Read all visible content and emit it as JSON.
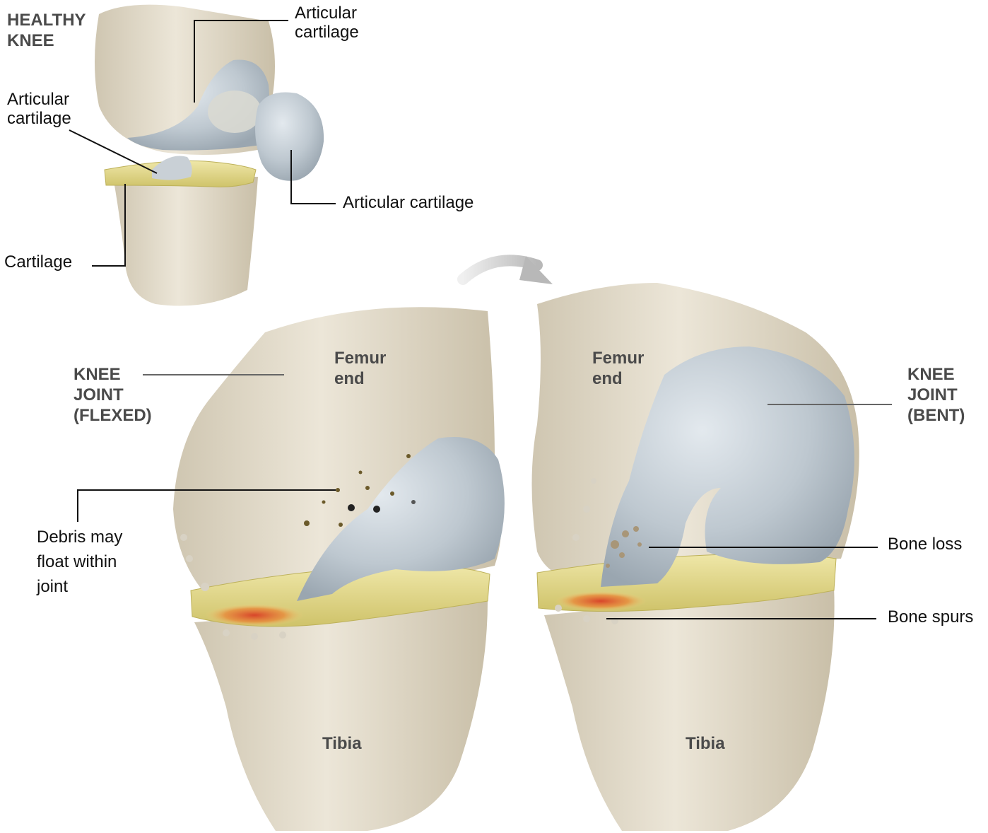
{
  "healthy_title": "HEALTHY\nKNEE",
  "labels": {
    "articular_top": "Articular\ncartilage",
    "articular_left": "Articular\ncartilage",
    "articular_right": "Articular cartilage",
    "cartilage": "Cartilage",
    "knee_flexed": "KNEE\nJOINT\n(FLEXED)",
    "femur_left": "Femur\nend",
    "femur_right": "Femur\nend",
    "knee_bent": "KNEE\nJOINT\n(BENT)",
    "debris": "Debris may\nfloat within\njoint",
    "bone_loss": "Bone loss",
    "bone_spurs": "Bone spurs",
    "tibia_left": "Tibia",
    "tibia_right": "Tibia"
  },
  "colors": {
    "bone": "#e6dfcf",
    "cartilage": "#bcc7cf",
    "meniscus": "#e2d98a",
    "inflammation": "#d8452a",
    "leader": "#111111",
    "heading": "#4a4a4a"
  }
}
